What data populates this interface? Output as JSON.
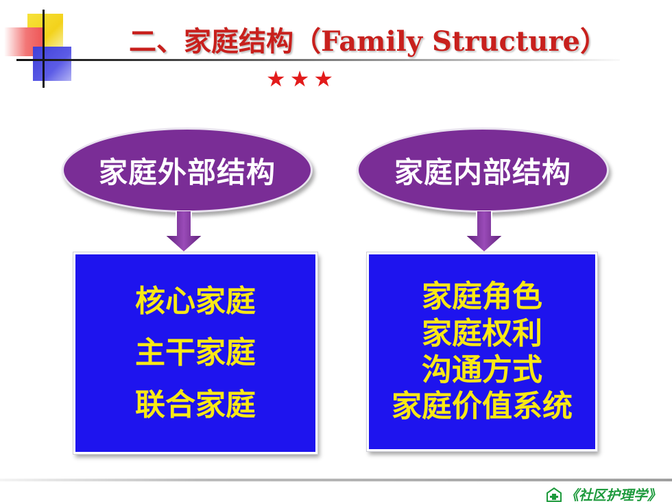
{
  "title": "二、家庭结构（Family Structure）",
  "stars": "★★★",
  "left": {
    "heading": "家庭外部结构",
    "items": [
      "核心家庭",
      "主干家庭",
      "联合家庭"
    ]
  },
  "right": {
    "heading": "家庭内部结构",
    "items": [
      "家庭角色",
      "家庭权利",
      "沟通方式",
      "家庭价值系统"
    ]
  },
  "footer": {
    "text": "《社区护理学》",
    "icon": "hospital-logo-icon"
  },
  "colors": {
    "title": "#c8201d",
    "oval": "#7a2d96",
    "box": "#1e14ee",
    "box_text": "#f8e816",
    "footer": "#1d9a3c"
  }
}
